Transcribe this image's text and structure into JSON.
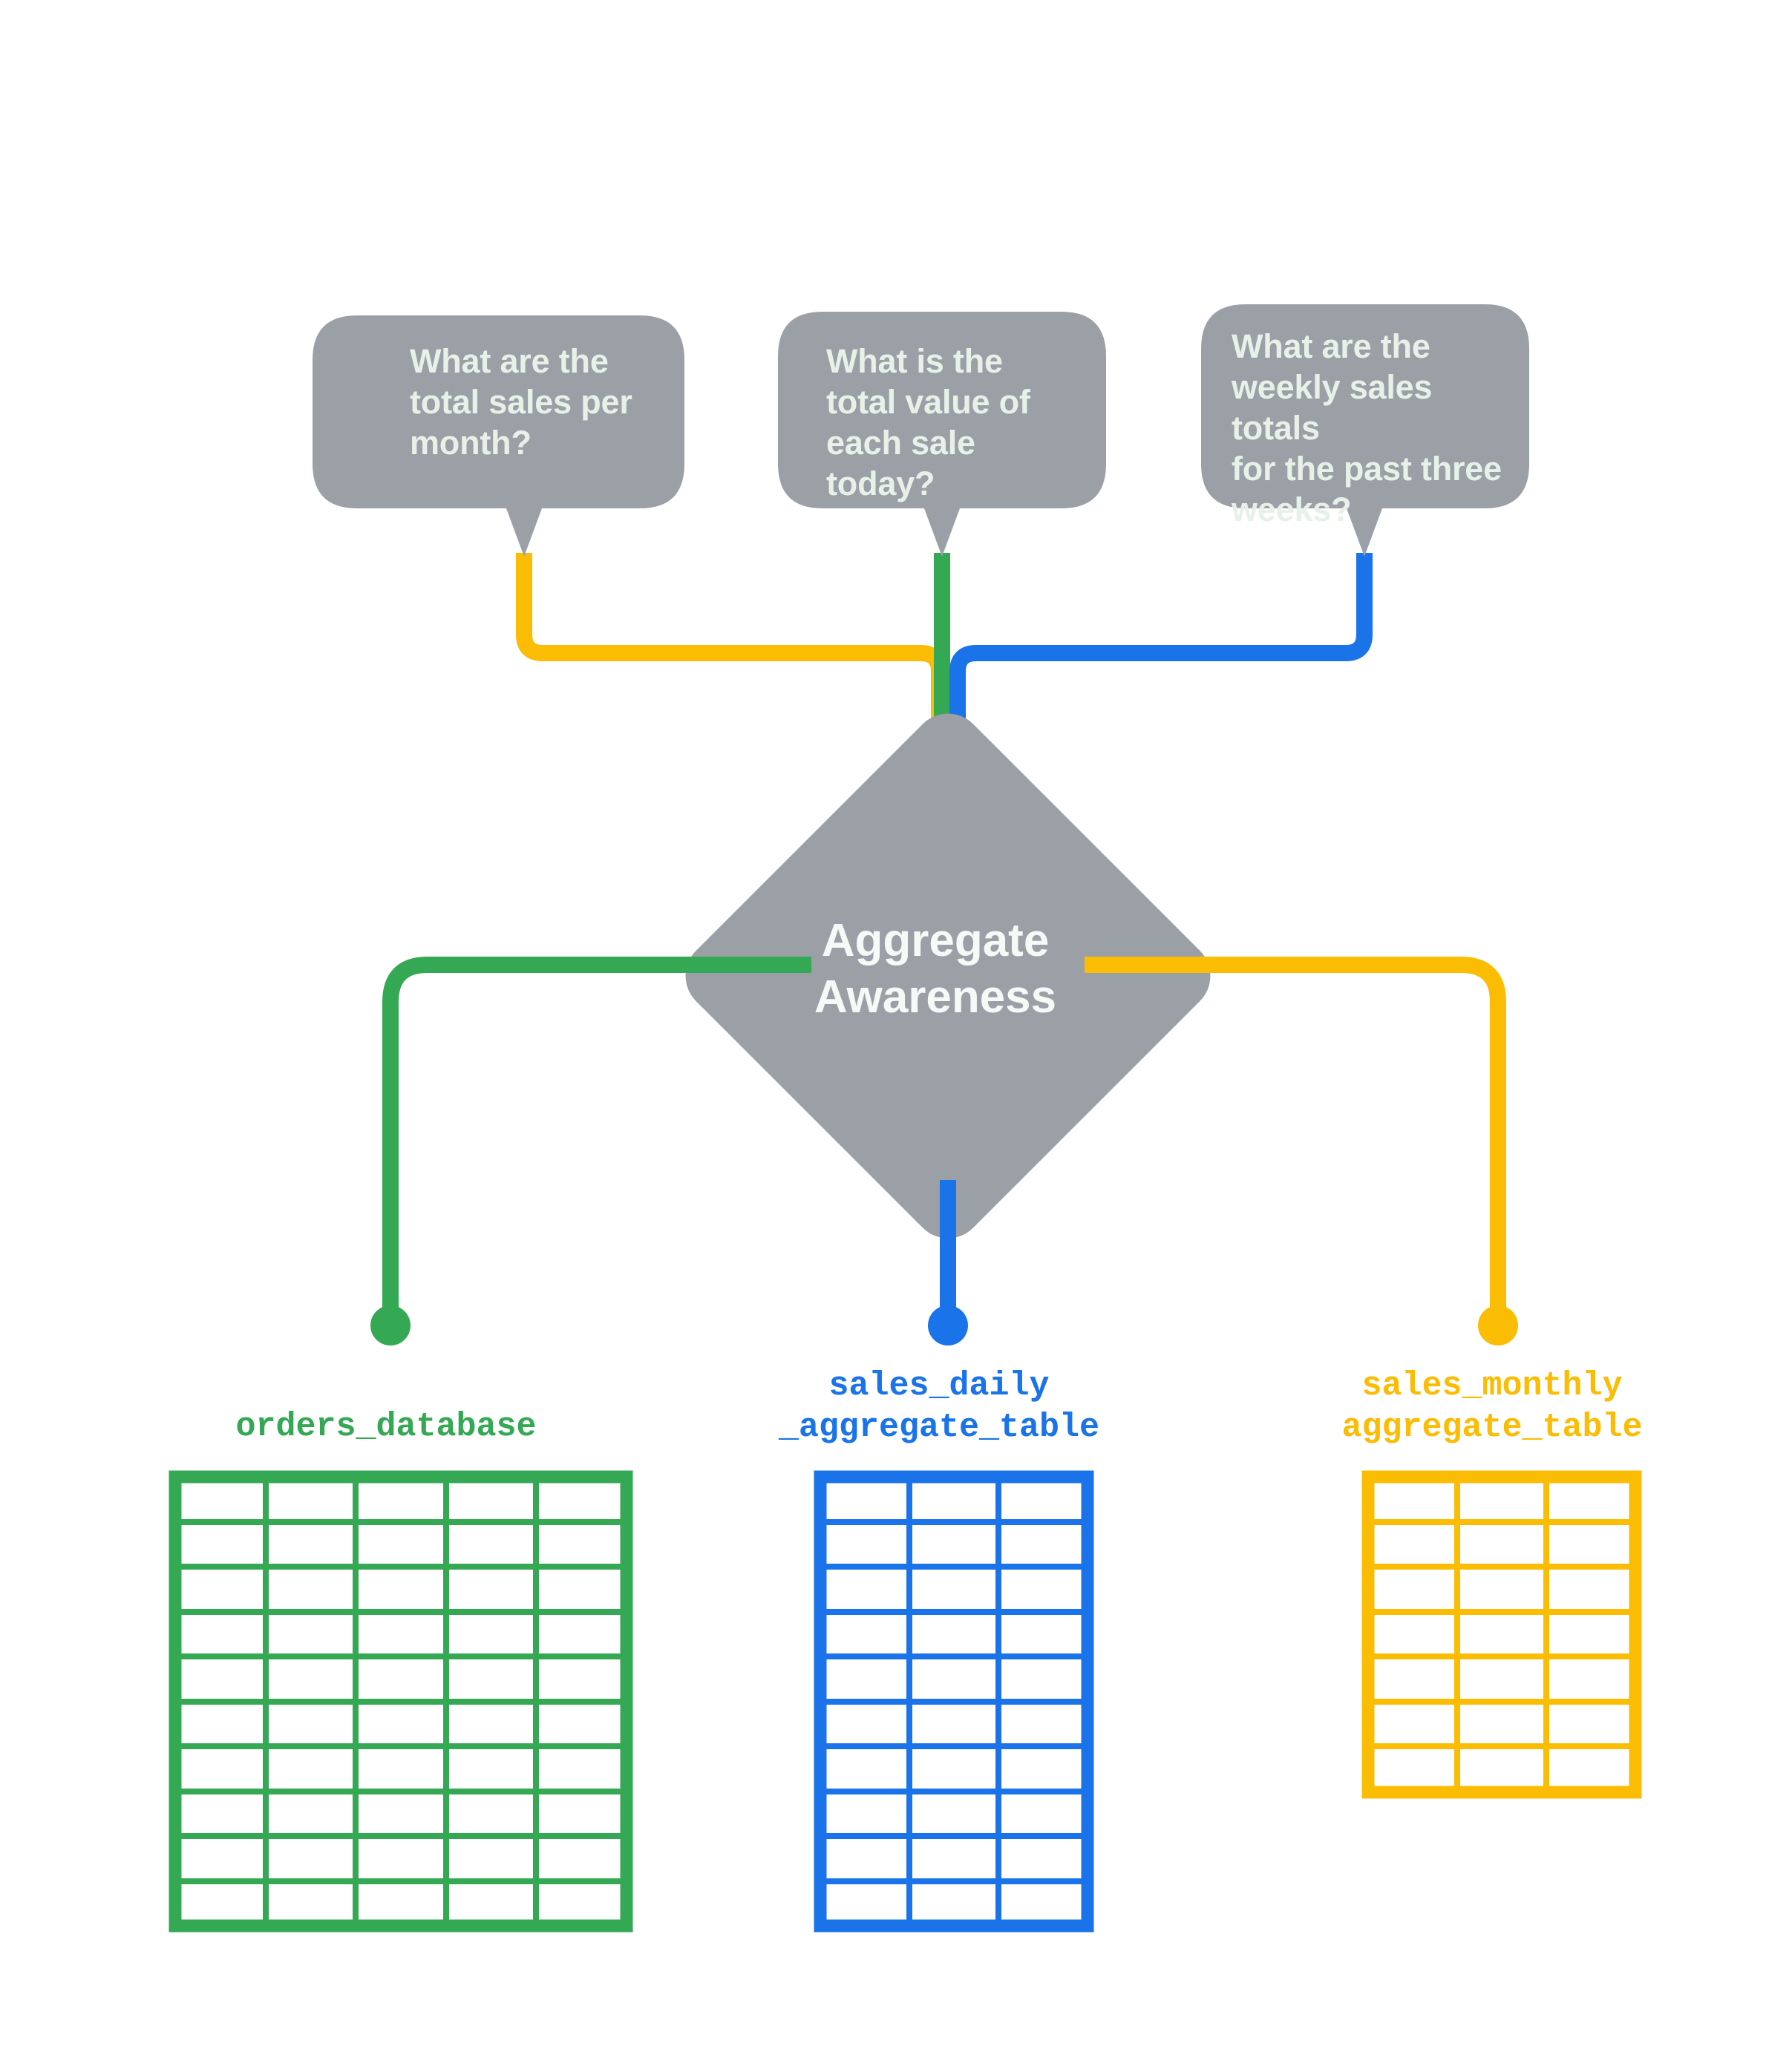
{
  "diagram": {
    "title": "Aggregate Awareness",
    "center_node": {
      "label": "Aggregate\nAwareness",
      "shape": "diamond",
      "fill": "#9AA0A6",
      "text_color": "#F5FAF7"
    },
    "questions": [
      {
        "text": "What are the\ntotal sales per\nmonth?",
        "connector_color": "#FBBC04",
        "bubble_fill": "#9AA0A6",
        "text_color": "#E6F2E8"
      },
      {
        "text": "What is the\ntotal value of\neach sale today?",
        "connector_color": "#34A853",
        "bubble_fill": "#9AA0A6",
        "text_color": "#E6F2E8"
      },
      {
        "text": "What are the\nweekly sales totals\nfor the past three\nweeks?",
        "connector_color": "#1A73E8",
        "bubble_fill": "#9AA0A6",
        "text_color": "#E6F2E8"
      }
    ],
    "tables": [
      {
        "label": "orders_database",
        "color": "#34A853",
        "columns": 5,
        "rows": 10
      },
      {
        "label": "sales_daily\n_aggregate_table",
        "color": "#1A73E8",
        "columns": 3,
        "rows": 10
      },
      {
        "label": "sales_monthly\naggregate_table",
        "color": "#FBBC04",
        "columns": 3,
        "rows": 7
      }
    ],
    "palette": {
      "green": "#34A853",
      "blue": "#1A73E8",
      "yellow": "#FBBC04",
      "gray": "#9AA0A6",
      "background": "#FFFFFF"
    }
  }
}
